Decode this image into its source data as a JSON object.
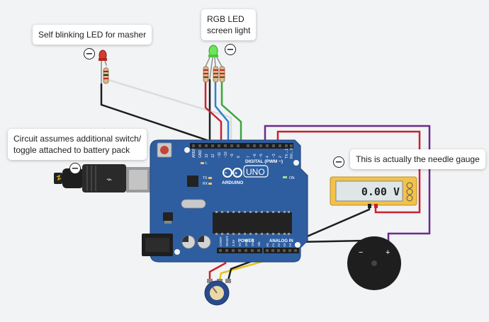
{
  "annotations": {
    "masher_led": "Self blinking LED for masher",
    "rgb_led": "RGB LED\nscreen light",
    "switch_note": "Circuit assumes additional switch/\ntoggle attached to battery pack",
    "needle_gauge": "This is actually the needle gauge"
  },
  "board": {
    "logo_text": "ARDUINO",
    "model": "UNO",
    "digital_label": "DIGITAL (PWM ~)",
    "power_label": "POWER",
    "analog_label": "ANALOG IN",
    "on_label": "ON",
    "tx_label": "TX",
    "rx_label": "RX",
    "l_label": "L",
    "header_top_pins": [
      "AREF",
      "GND",
      "13",
      "12",
      "~11",
      "~10",
      "~9",
      "8",
      "7",
      "~6",
      "~5",
      "4",
      "~3",
      "2",
      "TX→1",
      "RX←0"
    ],
    "power_pins": [
      "IOREF",
      "RESET",
      "3.3V",
      "5V",
      "GND",
      "GND",
      "Vin"
    ],
    "analog_pins": [
      "A0",
      "A1",
      "A2",
      "A3",
      "A4",
      "A5"
    ]
  },
  "voltmeter": {
    "reading": "0.00 V"
  },
  "buzzer": {
    "minus": "−",
    "plus": "+"
  },
  "colors": {
    "board": "#2e5ea0",
    "wire_red": "#c8232c",
    "wire_green": "#3aa63a",
    "wire_blue": "#2f7fd0",
    "wire_black": "#1e1e1e",
    "wire_purple": "#6b2a8c",
    "wire_yellow": "#e8c21a",
    "wire_white": "#dddddd"
  }
}
